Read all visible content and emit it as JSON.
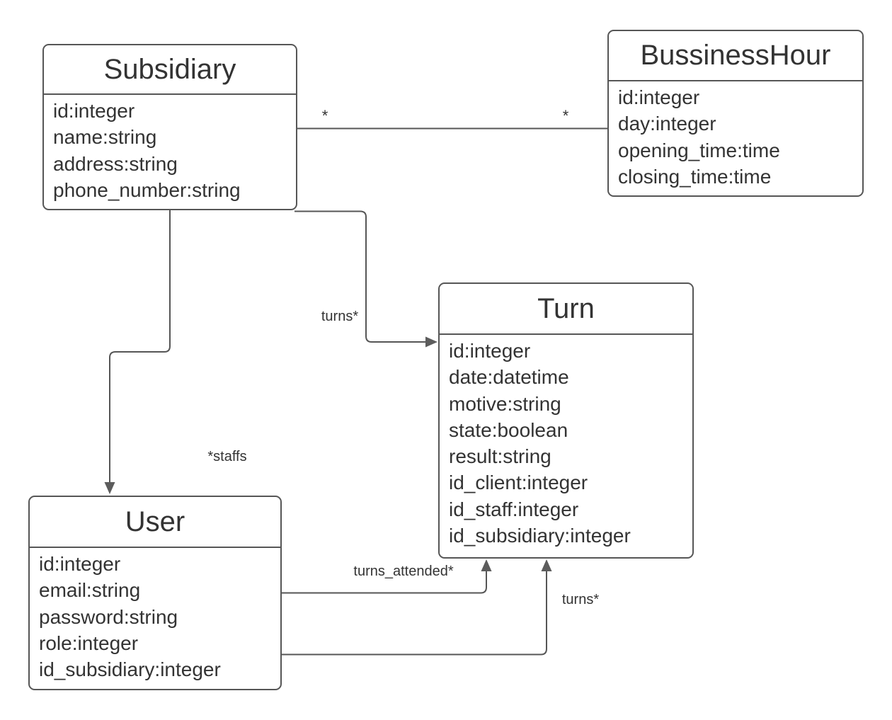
{
  "diagram": {
    "background_color": "#ffffff",
    "stroke_color": "#565656",
    "text_color": "#333333",
    "classes": [
      {
        "title": "Subsidiary",
        "attributes": [
          "id:integer",
          "name:string",
          "address:string",
          "phone_number:string"
        ]
      },
      {
        "title": "BussinessHour",
        "attributes": [
          "id:integer",
          "day:integer",
          "opening_time:time",
          "closing_time:time"
        ]
      },
      {
        "title": "Turn",
        "attributes": [
          "id:integer",
          "date:datetime",
          "motive:string",
          "state:boolean",
          "result:string",
          "id_client:integer",
          "id_staff:integer",
          "id_subsidiary:integer"
        ]
      },
      {
        "title": "User",
        "attributes": [
          "id:integer",
          "email:string",
          "password:string",
          "role:integer",
          "id_subsidiary:integer"
        ]
      }
    ],
    "edges": [
      {
        "name": "subsidiary-bussinesshour",
        "source": "Subsidiary",
        "target": "BussinessHour",
        "source_multiplicity": "*",
        "target_multiplicity": "*"
      },
      {
        "name": "subsidiary-turn",
        "source": "Subsidiary",
        "target": "Turn",
        "label": "turns*"
      },
      {
        "name": "subsidiary-user",
        "source": "Subsidiary",
        "target": "User",
        "label": "*staffs"
      },
      {
        "name": "user-turn-attended",
        "source": "User",
        "target": "Turn",
        "label": "turns_attended*"
      },
      {
        "name": "user-turn",
        "source": "User",
        "target": "Turn",
        "label": "turns*"
      }
    ]
  }
}
